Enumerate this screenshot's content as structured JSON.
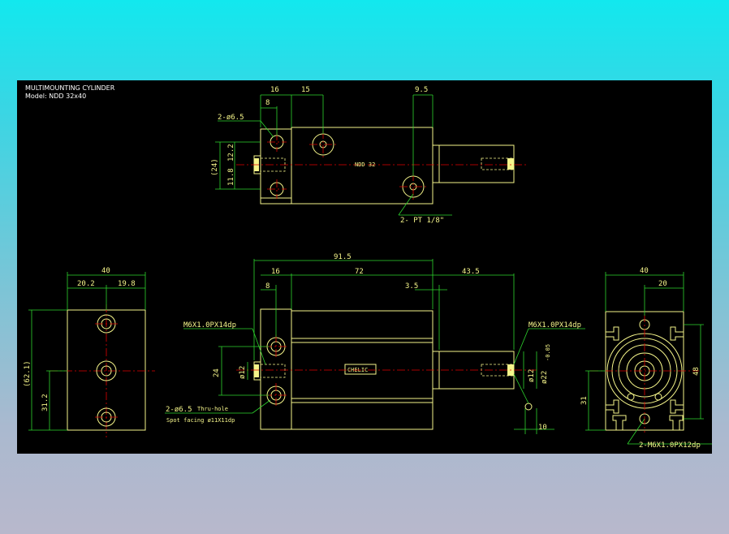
{
  "title": {
    "line1": "MULTIMOUNTING CYLINDER",
    "line2": "Model: NDD 32x40"
  },
  "colors": {
    "background_top": "#12e8ee",
    "background_bottom": "#b8b8cc",
    "drawing_bg": "#000000",
    "geometry": "#f5f58a",
    "dimension": "#2ed52e",
    "centerline": "#e00000"
  },
  "top_view": {
    "dims": {
      "d16": "16",
      "d15": "15",
      "d95": "9.5",
      "d8": "8",
      "d24": "(24)",
      "d122": "12.2",
      "d118": "11.8"
    },
    "labels": {
      "holes": "2-ø6.5",
      "ports": "2- PT 1/8\"",
      "tag": "NDD 32"
    }
  },
  "front_view": {
    "dims": {
      "d915": "91.5",
      "d16": "16",
      "d72": "72",
      "d435": "43.5",
      "d8": "8",
      "d35": "3.5",
      "d24": "24",
      "d12a": "ø12",
      "d12b": "ø12",
      "d22": "ø22",
      "d22tol": "-0.05",
      "d10": "10"
    },
    "labels": {
      "thread_left": "M6X1.0PX14dp",
      "thread_right": "M6X1.0PX14dp",
      "thru": "2-ø6.5",
      "thru_note": "Thru-hole",
      "spot": "Spot facing  ø11X11dp",
      "brand": "CHELIC"
    }
  },
  "left_view": {
    "dims": {
      "d40": "40",
      "d202": "20.2",
      "d198": "19.8",
      "d621": "(62.1)",
      "d312": "31.2"
    }
  },
  "right_view": {
    "dims": {
      "d40": "40",
      "d20": "20",
      "d48": "48",
      "d31": "31"
    },
    "labels": {
      "thread": "2-M6X1.0PX12dp"
    }
  }
}
